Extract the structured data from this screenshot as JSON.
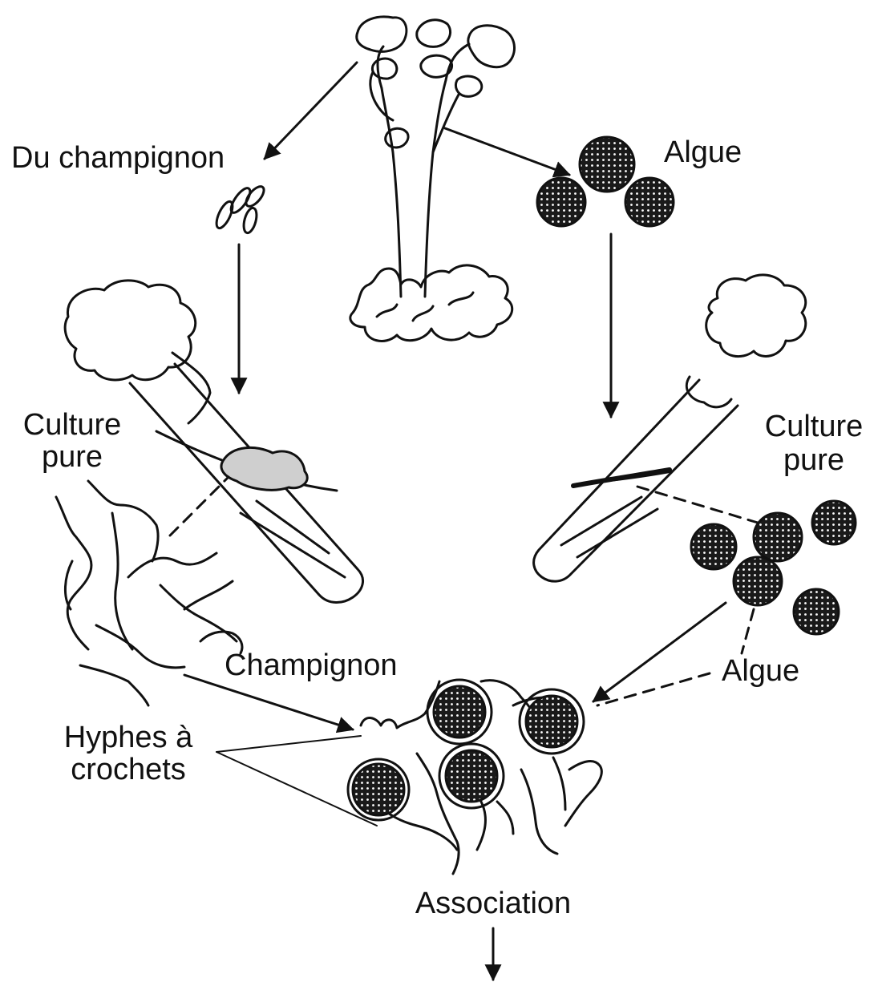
{
  "labels": {
    "fungus_spores": "Du champignon",
    "alga_top": "Algue",
    "culture_left_1": "Culture",
    "culture_left_2": "pure",
    "culture_right_1": "Culture",
    "culture_right_2": "pure",
    "fungus": "Champignon",
    "alga_bottom": "Algue",
    "hyphae_1": "Hyphes à",
    "hyphae_2": "crochets",
    "association": "Association"
  },
  "colors": {
    "ink": "#111111",
    "background": "#ffffff"
  }
}
